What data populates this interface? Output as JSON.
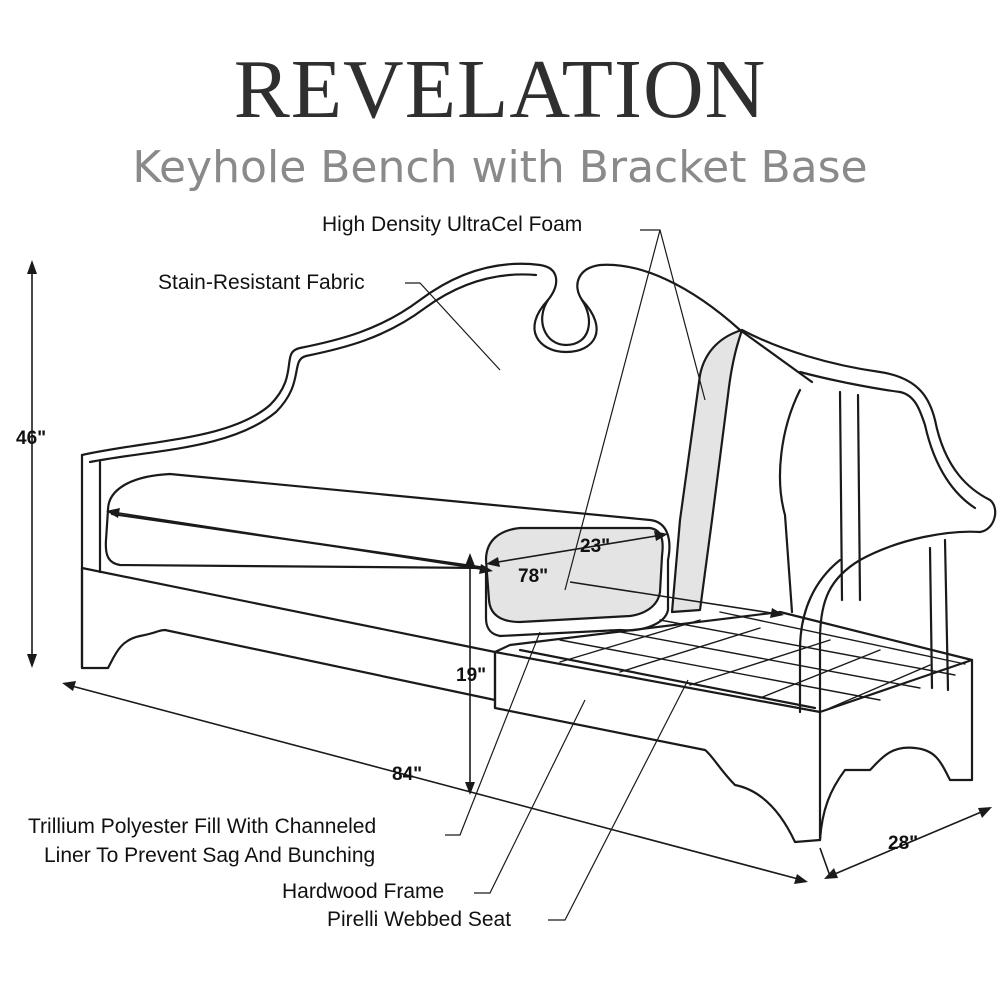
{
  "header": {
    "title": "REVELATION",
    "subtitle": "Keyhole Bench with Bracket Base"
  },
  "callouts": {
    "foam": "High Density UltraCel Foam",
    "fabric": "Stain-Resistant Fabric",
    "fill_line1": "Trillium Polyester Fill With Channeled",
    "fill_line2": "Liner To Prevent Sag And Bunching",
    "frame": "Hardwood Frame",
    "seat": "Pirelli Webbed Seat"
  },
  "dimensions": {
    "height": "46\"",
    "cushion_depth": "23\"",
    "cushion_width": "78\"",
    "seat_height": "19\"",
    "length": "84\"",
    "depth": "28\""
  }
}
